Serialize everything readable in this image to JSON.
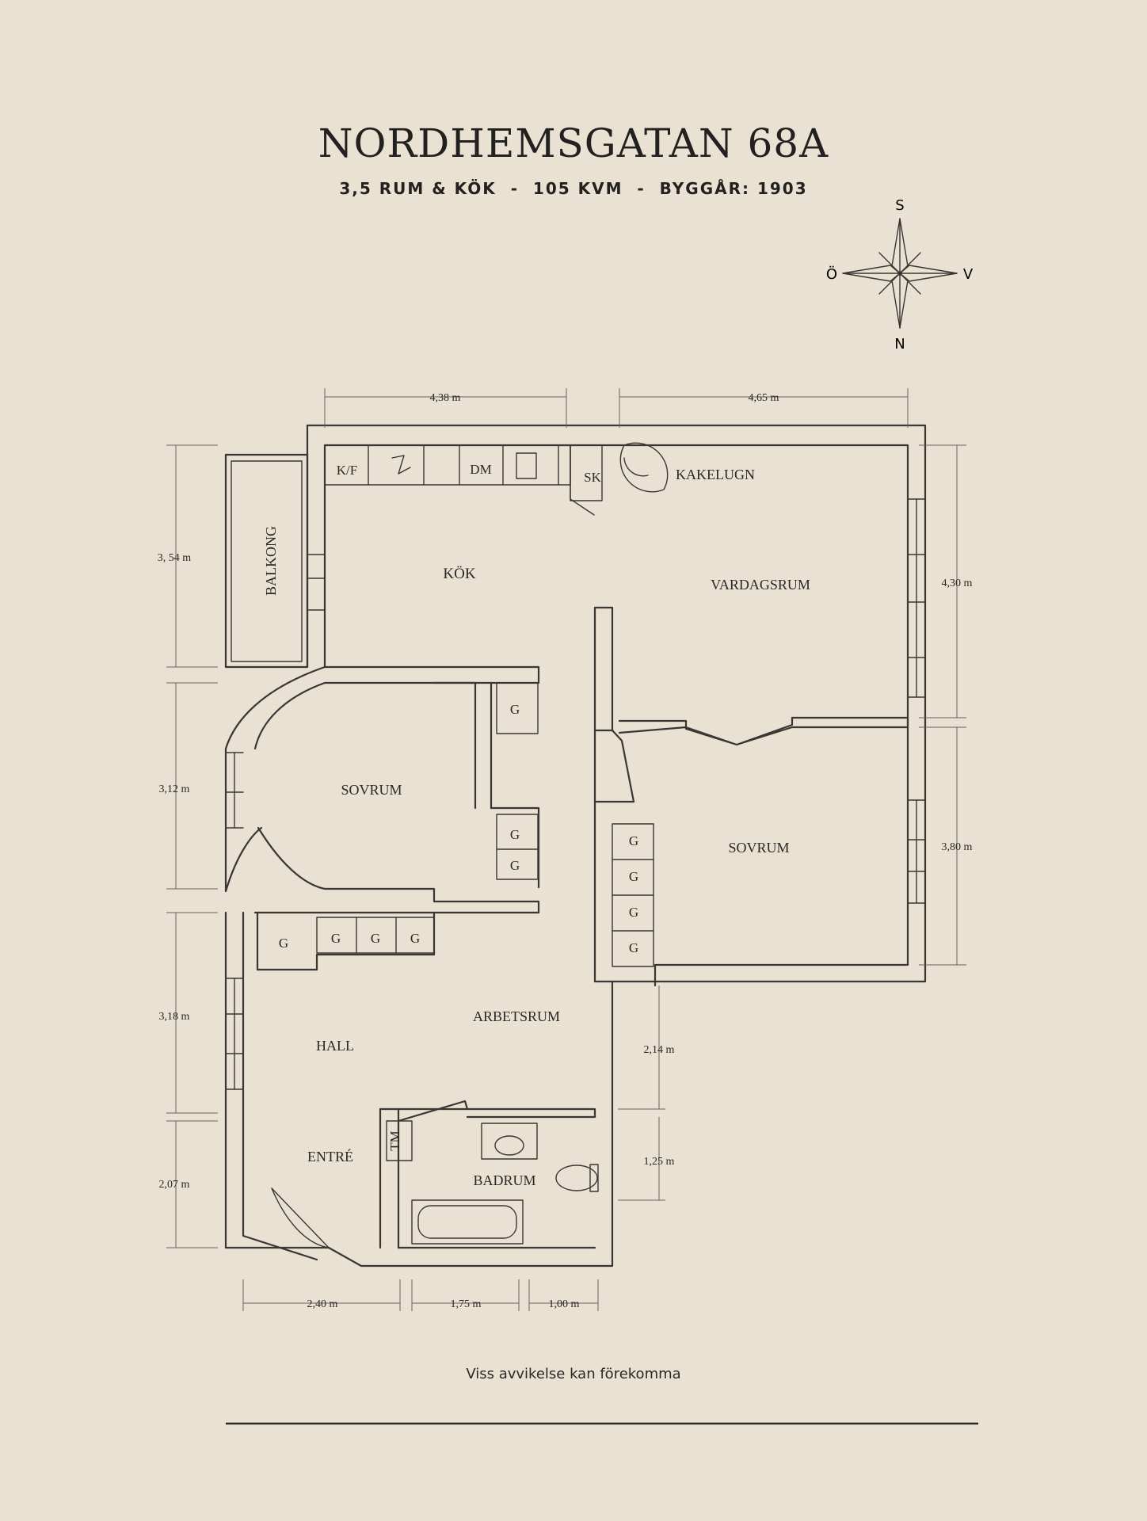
{
  "header": {
    "title": "NORDHEMSGATAN 68A",
    "subtitle": "3,5 RUM & KÖK  -  105 KVM  -  BYGGÅR: 1903"
  },
  "compass": {
    "north": "N",
    "south": "S",
    "east": "Ö",
    "west": "V"
  },
  "rooms": {
    "kok": "KÖK",
    "vardagsrum": "VARDAGSRUM",
    "balkong": "BALKONG",
    "kakelugn": "KAKELUGN",
    "sovrum_west": "SOVRUM",
    "sovrum_east": "SOVRUM",
    "arbetsrum": "ARBETSRUM",
    "hall": "HALL",
    "entre": "ENTRÉ",
    "badrum": "BADRUM"
  },
  "fixtures": {
    "kf": "K/F",
    "dm": "DM",
    "sk": "SK",
    "tm": "TM",
    "wardrobe": "G"
  },
  "dimensions": {
    "top_left": "4,38 m",
    "top_right": "4,65 m",
    "left_1": "3, 54 m",
    "left_2": "3,12 m",
    "left_3": "3,18 m",
    "left_4": "2,07 m",
    "right_1": "4,30 m",
    "right_2": "3,80 m",
    "mid_1": "2,14 m",
    "mid_2": "1,25 m",
    "bottom_1": "2,40 m",
    "bottom_2": "1,75 m",
    "bottom_3": "1,00 m"
  },
  "footer": {
    "note": "Viss avvikelse kan förekomma"
  },
  "colors": {
    "background": "#e9e1d1",
    "ink": "#2a2726"
  }
}
